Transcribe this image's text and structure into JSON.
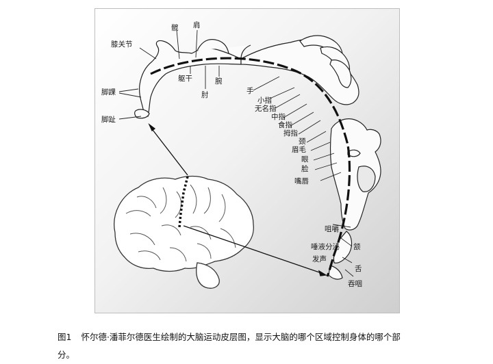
{
  "figure": {
    "labels": {
      "knee": "膝关节",
      "hip": "髋",
      "shoulder": "肩",
      "trunk": "躯干",
      "elbow": "肘",
      "wrist": "腕",
      "hand": "手",
      "ankle": "脚踝",
      "toes": "脚趾",
      "little_finger": "小指",
      "ring_finger": "无名指",
      "middle_finger": "中指",
      "index_finger": "食指",
      "thumb": "拇指",
      "neck": "颈",
      "eyebrow": "眉毛",
      "eye": "眼",
      "face": "脸",
      "lips": "嘴唇",
      "mastication": "咀嚼",
      "jaw": "颔",
      "salivation": "唾液分泌",
      "vocalization": "发声",
      "tongue": "舌",
      "swallowing": "吞咽"
    }
  },
  "caption": {
    "number": "图1",
    "text_line1": "怀尔德·潘菲尔德医生绘制的大脑运动皮层图，显示大脑的哪个区域控制身体的哪个部",
    "text_line2": "分。"
  }
}
